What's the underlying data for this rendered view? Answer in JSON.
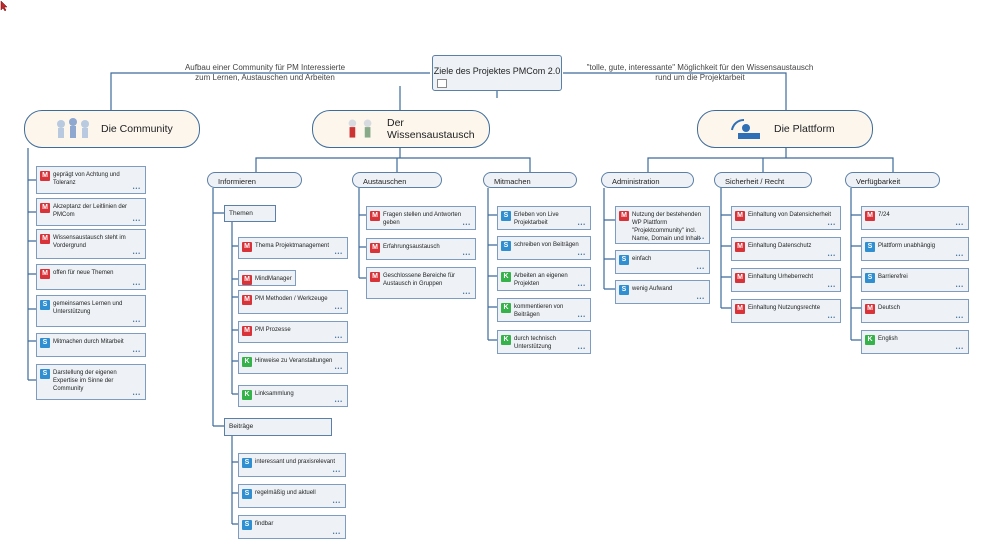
{
  "central": {
    "title": "Ziele des Projektes PMCom 2.0"
  },
  "notes": {
    "left": [
      "Aufbau einer Community für PM Interessierte",
      "zum Lernen, Austauschen und Arbeiten"
    ],
    "right": [
      "\"tolle, gute, interessante\" Möglichkeit für den Wissensaustausch",
      "rund um die Projektarbeit"
    ]
  },
  "ellipsis": "•••",
  "community": {
    "title": "Die Community",
    "items": [
      {
        "p": "M",
        "text": "geprägt von Achtung und Toleranz"
      },
      {
        "p": "M",
        "text": "Akzeptanz der Leitlinien der PMCom"
      },
      {
        "p": "M",
        "text": "Wissensaustausch steht im Vordergrund"
      },
      {
        "p": "M",
        "text": "offen für neue Themen"
      },
      {
        "p": "S",
        "text": "gemeinsames Lernen und Unterstützung"
      },
      {
        "p": "S",
        "text": "Mitmachen durch Mitarbeit"
      },
      {
        "p": "S",
        "text": "Darstellung der eigenen Expertise im Sinne der Community"
      }
    ]
  },
  "wissen": {
    "title": "Der Wissensaustausch",
    "informieren": {
      "title": "Informieren",
      "themen": {
        "title": "Themen",
        "items": [
          {
            "p": "M",
            "text": "Thema Projektmanagement"
          },
          {
            "p": "M",
            "text": "MindManager"
          },
          {
            "p": "M",
            "text": "PM Methoden / Werkzeuge"
          },
          {
            "p": "M",
            "text": "PM Prozesse"
          },
          {
            "p": "K",
            "text": "Hinweise zu Veranstaltungen"
          },
          {
            "p": "K",
            "text": "Linksammlung"
          }
        ]
      },
      "beitraege": {
        "title": "Beiträge",
        "items": [
          {
            "p": "S",
            "text": "interessant und praxisrelevant"
          },
          {
            "p": "S",
            "text": "regelmäßig und aktuell"
          },
          {
            "p": "S",
            "text": "findbar"
          }
        ]
      }
    },
    "austauschen": {
      "title": "Austauschen",
      "items": [
        {
          "p": "M",
          "text": "Fragen stellen und Antworten geben"
        },
        {
          "p": "M",
          "text": "Erfahrungsaustausch"
        },
        {
          "p": "M",
          "text": "Geschlossene Bereiche für Austausch in Gruppen"
        }
      ]
    },
    "mitmachen": {
      "title": "Mitmachen",
      "items": [
        {
          "p": "S",
          "text": "Erleben von Live Projektarbeit"
        },
        {
          "p": "S",
          "text": "schreiben von Beiträgen"
        },
        {
          "p": "K",
          "text": "Arbeiten an eigenen Projekten"
        },
        {
          "p": "K",
          "text": "kommentieren von Beiträgen"
        },
        {
          "p": "K",
          "text": "durch technisch Unterstützung"
        }
      ]
    }
  },
  "plattform": {
    "title": "Die Plattform",
    "administration": {
      "title": "Administration",
      "items": [
        {
          "p": "M",
          "text": "Nutzung der bestehenden WP Plattform \"Projektcommunity\" incl. Name, Domain und Inhalt"
        },
        {
          "p": "S",
          "text": "einfach"
        },
        {
          "p": "S",
          "text": "wenig Aufwand"
        }
      ]
    },
    "sicherheit": {
      "title": "Sicherheit / Recht",
      "items": [
        {
          "p": "M",
          "text": "Einhaltung von Datensicherheit"
        },
        {
          "p": "M",
          "text": "Einhaltung Datenschutz"
        },
        {
          "p": "M",
          "text": "Einhaltung Urheberrecht"
        },
        {
          "p": "M",
          "text": "Einhaltung Nutzungsrechte"
        }
      ]
    },
    "verfuegbarkeit": {
      "title": "Verfügbarkeit",
      "items": [
        {
          "p": "M",
          "text": "7/24"
        },
        {
          "p": "S",
          "text": "Plattform unabhängig"
        },
        {
          "p": "S",
          "text": "Barrierefrei"
        },
        {
          "p": "M",
          "text": "Deutsch"
        },
        {
          "p": "K",
          "text": "English"
        }
      ]
    }
  },
  "colors": {
    "line": "#3d6b9a",
    "M": "#d9333a",
    "S": "#2f8fd1",
    "K": "#36b24a"
  }
}
